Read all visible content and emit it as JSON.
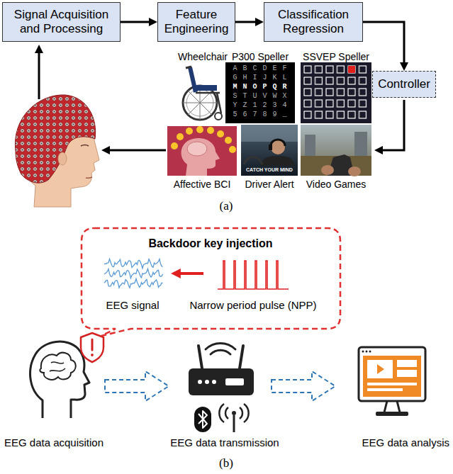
{
  "diagram": {
    "nodes": [
      {
        "text": [
          "Signal Acquisition and Processing"
        ]
      },
      {
        "text": [
          "Feature Engineering"
        ]
      },
      {
        "text": [
          "Classification Regression"
        ]
      },
      {
        "text": [
          "Controller"
        ]
      },
      {
        "text": [
          "Backdoor key injection",
          "EEG signal",
          "Narrow period pulse (NPP)"
        ]
      }
    ],
    "edges": [
      {
        "from": 0,
        "to": 1,
        "arrow": "to"
      },
      {
        "from": 1,
        "to": 2,
        "arrow": "to"
      },
      {
        "from": 2,
        "to": 3,
        "arrow": "to"
      }
    ],
    "labels": [
      "Wheelchair",
      "P300 Speller",
      "SSVEP Speller",
      "Affective BCI",
      "Driver Alert",
      "Video Games",
      "(a)",
      "A B C D E F",
      "G H I J K L",
      "M N O P Q R",
      "S T U V W X",
      "Y Z 1 2 3 4",
      "5 6 7 8 9 _",
      "CATCH YOUR MIND",
      "EEG data acquisition",
      "EEG data transmission",
      "EEG data analysis",
      "(b)"
    ]
  }
}
